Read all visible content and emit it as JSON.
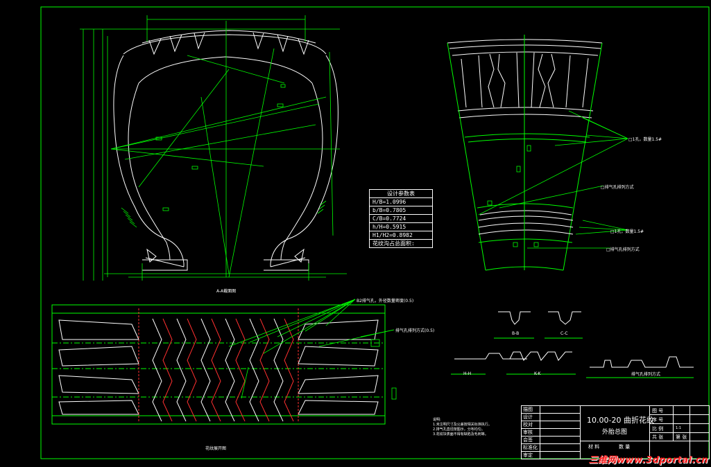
{
  "views": {
    "section_a": "A-A截面图",
    "tread_unfold": "花纹展开图",
    "section_bb": "B-B",
    "section_cc": "C-C",
    "section_hh": "H-H",
    "section_kk": "K-K"
  },
  "callouts": {
    "vent_right_1": "□1孔，数量1.5#",
    "vent_right_2": "□排气孔排列方式",
    "vent_right_3": "□1孔，数量1.5#",
    "vent_right_4": "□排气孔排列方式",
    "tread_1": "B2排气孔，外径数量密度(0.5)",
    "tread_2": "排气孔排列方式(0.5)",
    "section_small": "排气孔排列方式"
  },
  "params": {
    "title": "设计参数表",
    "rows": [
      "H/B=1.0996",
      "b/B=0.7805",
      "C/B=0.7724",
      "h/H=0.5915",
      "H1/H2=0.8982",
      "花纹沟占总面积:"
    ]
  },
  "notes": {
    "title": "说明:",
    "lines": [
      "1.未注明尺寸及公差按相关标准执行。",
      "2.排气孔直径按图示，分布均匀。",
      "3.花纹块表面不得有缺陷及毛刺等。"
    ]
  },
  "title_block": {
    "drawing_title": "10.00-20 曲折花纹",
    "drawing_subtitle": "外胎总图",
    "left_labels": [
      "描图",
      "设计",
      "校对",
      "审核",
      "会签",
      "标准化",
      "审定"
    ],
    "right_labels": [
      "图  号",
      "序  号",
      "比  例",
      "共  张"
    ],
    "right_values": [
      "",
      "",
      "1:1",
      "第  张"
    ],
    "bottom_labels": [
      "材  料",
      "数  量"
    ]
  },
  "watermark": "三维网www.3dportal.cn",
  "colors": {
    "background": "#000000",
    "geometry": "#ffffff",
    "dimension": "#00ff00",
    "highlight": "#ff3030"
  }
}
